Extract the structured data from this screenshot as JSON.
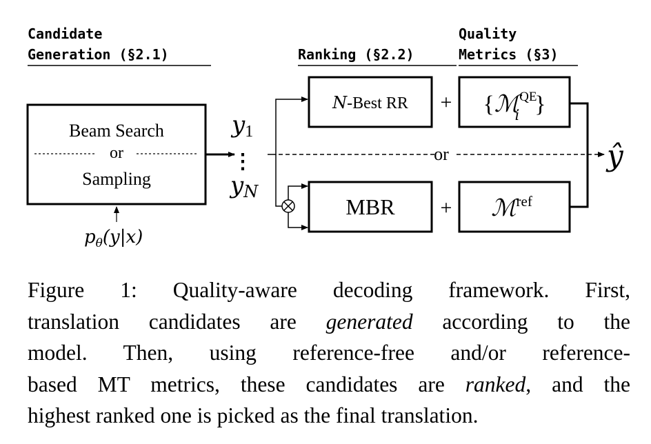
{
  "diagram": {
    "stages": {
      "generation": {
        "line1": "Candidate",
        "line2": "Generation (§2.1)"
      },
      "ranking": {
        "label": "Ranking (§2.2)"
      },
      "quality": {
        "line1": "Quality",
        "line2": "Metrics (§3)"
      }
    },
    "generator_box": {
      "line1": "Beam Search",
      "or": "or",
      "line2": "Sampling"
    },
    "model_input": {
      "p": "p",
      "theta": "θ",
      "args": "(y|x)"
    },
    "candidates": {
      "first_var": "y",
      "first_sub": "1",
      "last_var": "y",
      "last_sub": "N",
      "dots": "⋮"
    },
    "nbest_box": {
      "prefix": "N",
      "text": "-Best RR"
    },
    "qe_box": {
      "open": "{",
      "symbol": "ℳ",
      "sub": "i",
      "sup": "QE",
      "close": "}"
    },
    "mbr_box": {
      "text": "MBR"
    },
    "ref_box": {
      "symbol": "ℳ",
      "sup": "ref"
    },
    "plus_signs": [
      "+",
      "+"
    ],
    "or_label": "or",
    "output": {
      "var": "ŷ"
    }
  },
  "caption": {
    "lines": [
      [
        {
          "t": "Figure 1:  Quality-aware decoding framework. First,"
        }
      ],
      [
        {
          "t": "translation candidates are "
        },
        {
          "t": "generated",
          "i": true
        },
        {
          "t": " according to the"
        }
      ],
      [
        {
          "t": "model.  Then, using reference-free and/or reference-"
        }
      ],
      [
        {
          "t": "based MT metrics, these candidates are "
        },
        {
          "t": "ranked",
          "i": true
        },
        {
          "t": ", and the"
        }
      ],
      [
        {
          "t": "highest ranked one is picked as the final translation."
        }
      ]
    ]
  }
}
